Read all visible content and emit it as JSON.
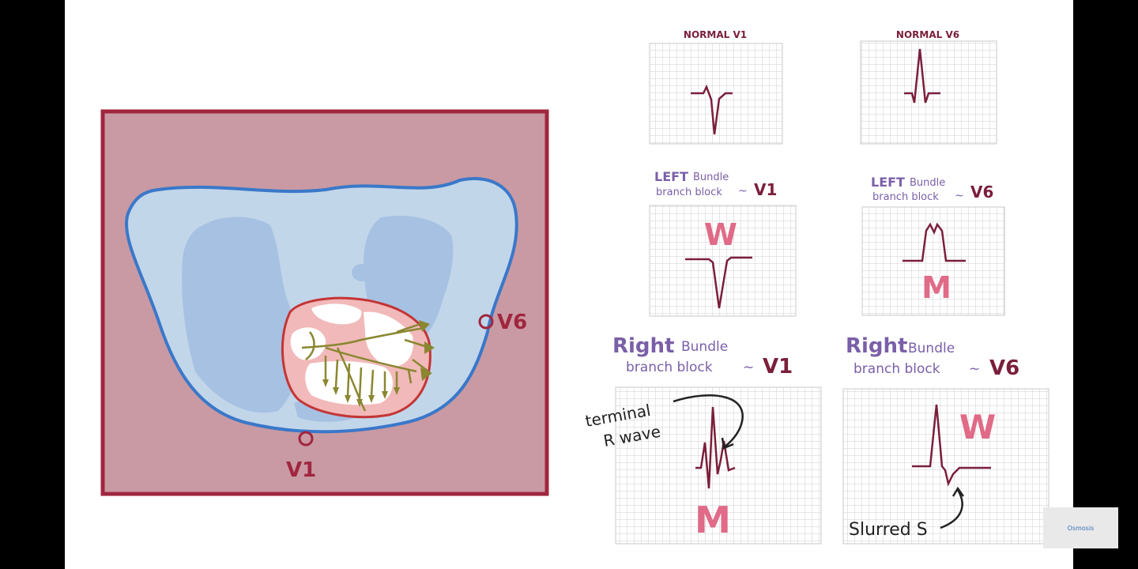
{
  "thorax": {
    "lead_v1_label": "V1",
    "lead_v6_label": "V6"
  },
  "panels": {
    "normal_v1": {
      "title": "NORMAL V1"
    },
    "normal_v6": {
      "title": "NORMAL V6"
    },
    "lbbb_v1": {
      "title_bold": "LEFT",
      "title_line1": "Bundle",
      "title_line2": "branch block",
      "tilde": "~",
      "lead": "V1",
      "letter": "W"
    },
    "lbbb_v6": {
      "title_bold": "LEFT",
      "title_line1": "Bundle",
      "title_line2": "branch block",
      "tilde": "~",
      "lead": "V6",
      "letter": "M"
    },
    "rbbb_v1": {
      "title_bold": "Right",
      "title_line1": "Bundle",
      "title_line2": "branch block",
      "tilde": "~",
      "lead": "V1",
      "letter": "M",
      "annotation_line1": "terminal",
      "annotation_line2": "R wave"
    },
    "rbbb_v6": {
      "title_bold": "Right",
      "title_line1": "Bundle",
      "title_line2": "branch block",
      "tilde": "~",
      "lead": "V6",
      "letter": "W",
      "annotation": "Slurred S"
    }
  },
  "watermark": {
    "text": "Osmosis"
  },
  "colors": {
    "chest": "#c99aa3",
    "chest_border": "#a0263f",
    "lung_outer": "#c2d6ea",
    "lung_inner": "#a6c1e2",
    "lung_border": "#3a78c9",
    "heart": "#f1b9b9",
    "heart_border": "#c43535",
    "conduction": "#8a8730",
    "trace": "#7a1f3a",
    "letter_pink": "#e06a87",
    "title_purple": "#7a5fa8",
    "grid": "#c8c8c8"
  }
}
